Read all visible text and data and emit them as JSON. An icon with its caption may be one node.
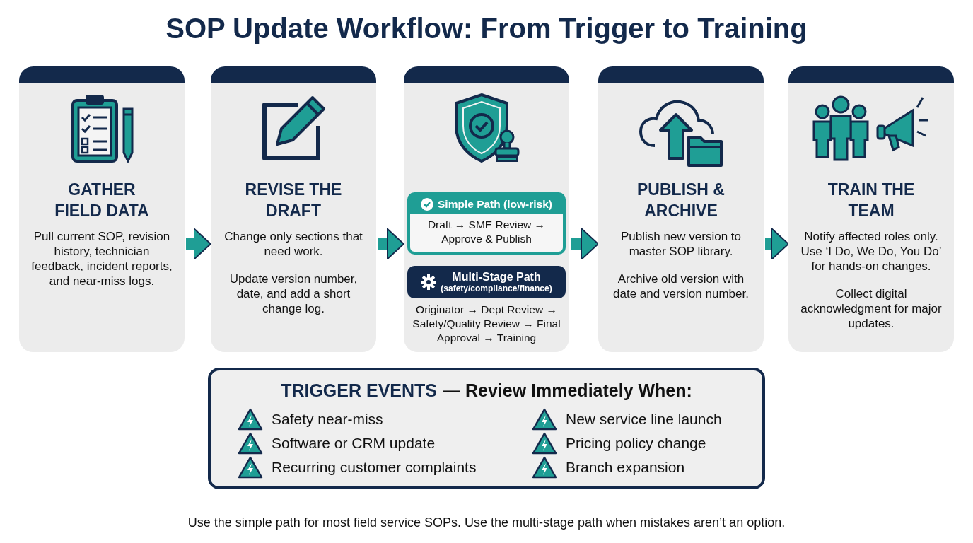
{
  "diagram": {
    "title": "SOP Update Workflow: From Trigger to Training",
    "nodes": [
      {
        "text": [
          "GATHER FIELD DATA",
          "Pull current SOP, revision history, technician feedback, incident reports, and near-miss logs."
        ]
      },
      {
        "text": [
          "REVISE THE DRAFT",
          "Change only sections that need work.",
          "Update version number, date, and add a short change log."
        ]
      },
      {
        "text": [],
        "shape": "box"
      },
      {
        "text": [
          "PUBLISH & ARCHIVE",
          "Publish new version to master SOP library.",
          "Archive old version with date and version number."
        ]
      },
      {
        "text": [
          "TRAIN THE TEAM",
          "Notify affected roles only. Use ‘I Do, We Do, You Do’ for hands-on changes.",
          "Collect digital acknowledgment for major updates."
        ]
      },
      {
        "text": [
          "Simple Path (low-risk)",
          "Draft → SME Review → Approve & Publish"
        ],
        "in": 2
      },
      {
        "text": [
          "Multi-Stage Path",
          "(safety/compliance/finance)",
          "Originator → Dept Review → Safety/Quality Review → Final Approval → Training"
        ],
        "in": 2
      },
      {
        "text": [
          "TRIGGER EVENTS",
          "— Review Immediately When:",
          "Safety near-miss",
          "Software or CRM update",
          "Recurring customer complaints",
          "New service line launch",
          "Pricing policy change",
          "Branch expansion"
        ]
      }
    ],
    "edges": [
      {
        "from": 0,
        "to": 1,
        "arrow": "to"
      },
      {
        "from": 1,
        "to": 2,
        "arrow": "to"
      },
      {
        "from": 2,
        "to": 3,
        "arrow": "to"
      },
      {
        "from": 3,
        "to": 4,
        "arrow": "to"
      }
    ],
    "caption": "Use the simple path for most field service SOPs. Use the multi-stage path when mistakes aren’t an option."
  }
}
